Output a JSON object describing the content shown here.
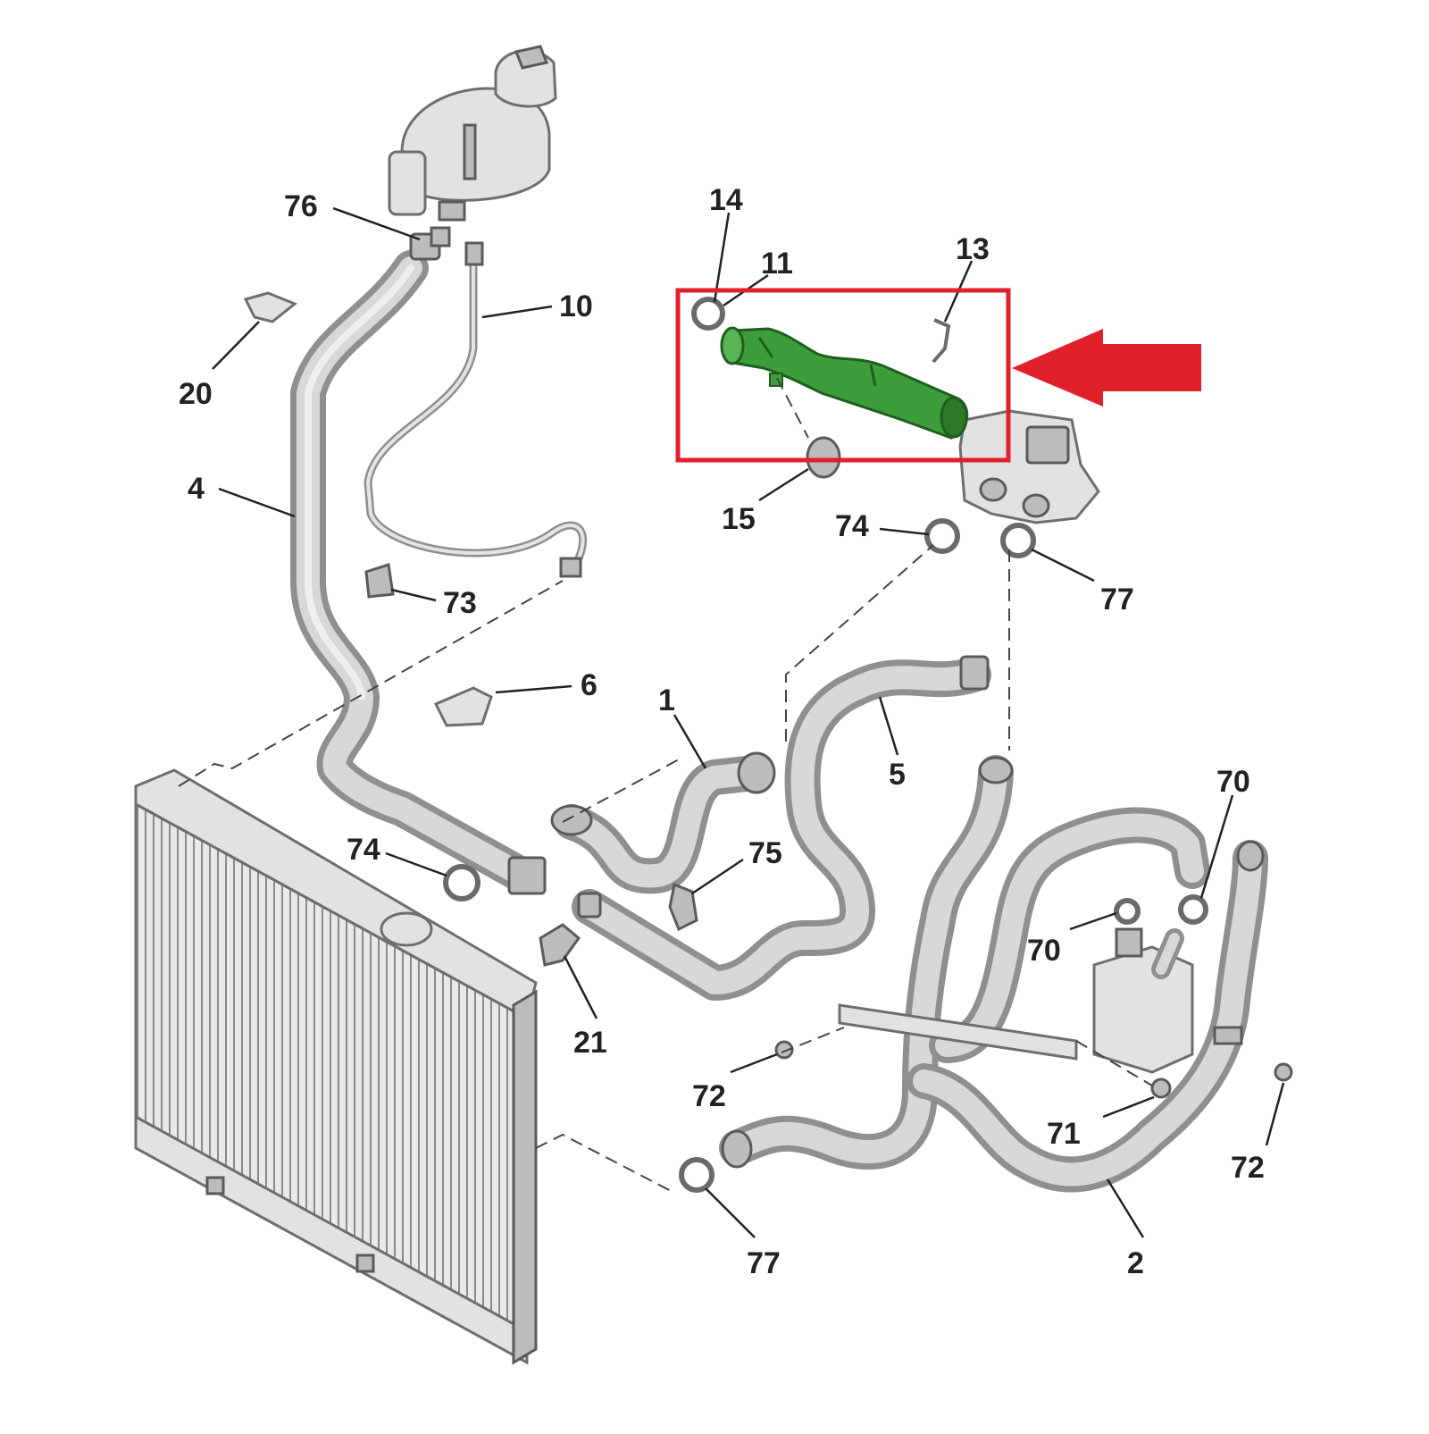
{
  "labels": {
    "l76": "76",
    "l10": "10",
    "l20": "20",
    "l4": "4",
    "l73": "73",
    "l6": "6",
    "l1": "1",
    "l5": "5",
    "l74a": "74",
    "l74b": "74",
    "l75": "75",
    "l21": "21",
    "l14": "14",
    "l11": "11",
    "l13": "13",
    "l15": "15",
    "l77a": "77",
    "l77b": "77",
    "l70a": "70",
    "l70b": "70",
    "l72a": "72",
    "l72b": "72",
    "l71": "71",
    "l2": "2"
  },
  "colors": {
    "highlight_part": "#3c9d3a",
    "highlight_box": "#e0202a",
    "arrow": "#e0202a"
  }
}
